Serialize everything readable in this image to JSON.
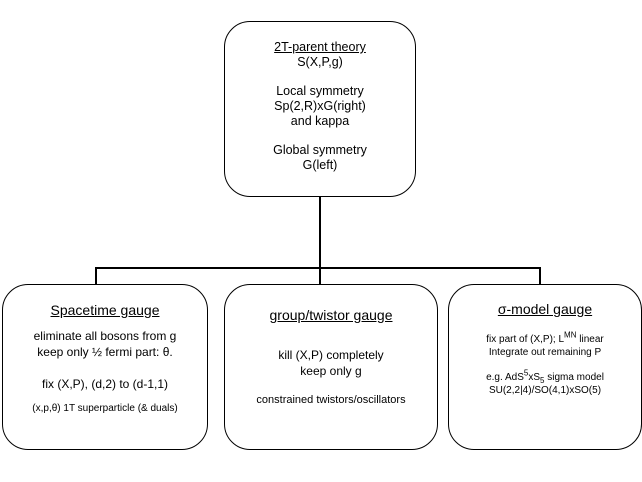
{
  "top_box": {
    "title": "2T-parent theory",
    "action": "S(X,P,g)",
    "local_symmetry_label": "Local symmetry",
    "local_symmetry_group": "Sp(2,R)xG(right)",
    "local_symmetry_extra": "and kappa",
    "global_symmetry_label": "Global symmetry",
    "global_symmetry_group": "G(left)"
  },
  "left_box": {
    "title": "Spacetime gauge",
    "line1": "eliminate all bosons from g",
    "line2": "keep only ½ fermi part: θ.",
    "line3": "fix (X,P), (d,2) to (d-1,1)",
    "line4": "(x,p,θ) 1T superparticle (& duals)"
  },
  "mid_box": {
    "title": "group/twistor gauge",
    "line1": "kill (X,P) completely",
    "line2": "keep only g",
    "line3": "constrained twistors/oscillators"
  },
  "right_box": {
    "title": "σ-model gauge",
    "line1_pre": "fix part of (X,P); L",
    "line1_sup": "MN",
    "line1_post": " linear",
    "line2": "Integrate out remaining P",
    "line3_a": "e.g. AdS",
    "line3_sup": "5",
    "line3_b": "xS",
    "line3_sub": "5",
    "line3_c": " sigma model",
    "line4": "SU(2,2|4)/SO(4,1)xSO(5)"
  }
}
